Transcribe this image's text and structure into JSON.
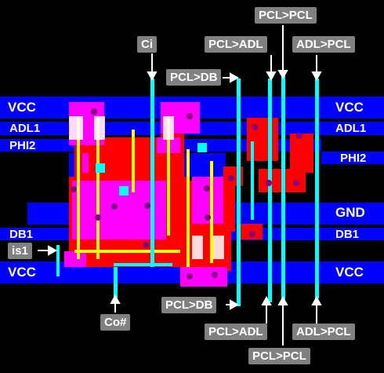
{
  "rails": {
    "vcc_top_left": "VCC",
    "vcc_top_right": "VCC",
    "adl1_left": "ADL1",
    "adl1_right": "ADL1",
    "phi2_left": "PHI2",
    "phi2_right": "PHI2",
    "gnd_right": "GND",
    "db1_left": "DB1",
    "db1_right": "DB1",
    "vcc_bottom_left": "VCC",
    "vcc_bottom_right": "VCC"
  },
  "pins": {
    "ci": "Ci",
    "co": "Co#",
    "is1": "is1",
    "pcl_db_top": "PCL>DB",
    "pcl_adl_top": "PCL>ADL",
    "pcl_pcl_top": "PCL>PCL",
    "adl_pcl_top": "ADL>PCL",
    "pcl_db_bottom": "PCL>DB",
    "pcl_adl_bottom": "PCL>ADL",
    "pcl_pcl_bottom": "PCL>PCL",
    "adl_pcl_bottom": "ADL>PCL"
  },
  "colors": {
    "background": "#000000",
    "metal": "#0000ff",
    "diffusion": "#ff0000",
    "poly": "#ff00ff",
    "via": "#00ffff",
    "contact": "#800080",
    "label_bg": "#808080"
  }
}
